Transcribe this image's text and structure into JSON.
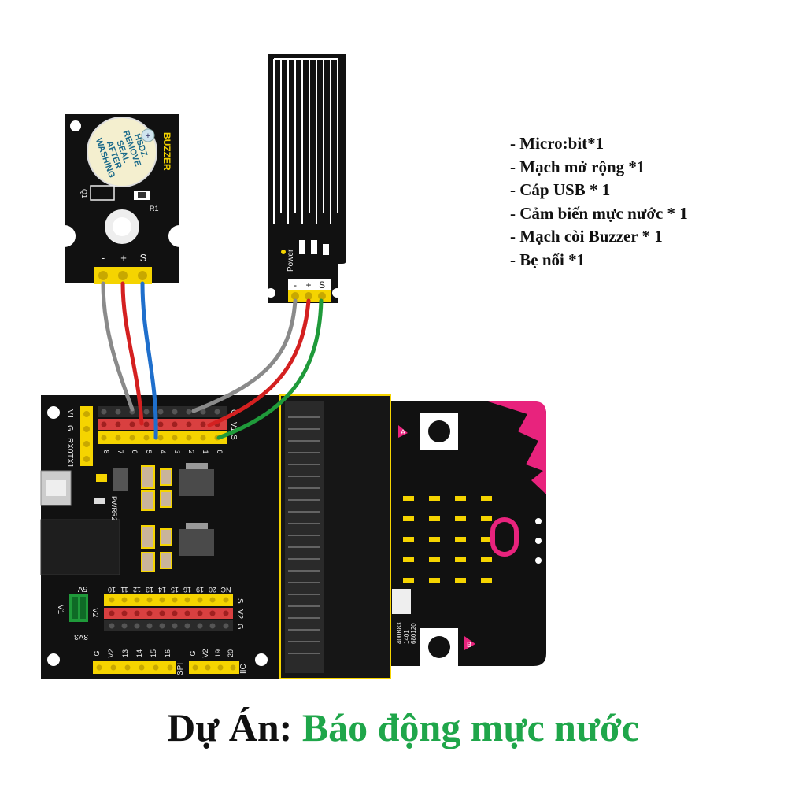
{
  "parts": [
    "- Micro:bit*1",
    "- Mạch mở rộng *1",
    "- Cáp USB * 1",
    "- Cảm biến mực nước * 1",
    "- Mạch còi Buzzer * 1",
    "- Bẹ nối *1"
  ],
  "caption": {
    "prefix": "Dự Án: ",
    "project": "Báo động mực nước"
  },
  "buzzer_module": {
    "name": "BUZZER",
    "seal_text": [
      "HSDZ",
      "REMOVE",
      "SEAL",
      "AFTER",
      "WASHING"
    ],
    "q_label": "Q1",
    "r_label": "R1",
    "pins": [
      "-",
      "+",
      "S"
    ]
  },
  "water_sensor": {
    "power_label": "Power",
    "pins": [
      "-",
      "+",
      "S"
    ]
  },
  "shield": {
    "left_labels": [
      "V1",
      "G",
      "RX0",
      "TX1"
    ],
    "top_pins": [
      "8",
      "7",
      "6",
      "5",
      "4",
      "3",
      "2",
      "1",
      "0"
    ],
    "row_labels": [
      "G",
      "V1",
      "S"
    ],
    "pwr_label": "PWR",
    "r2_label": "R2",
    "bottom_pins": [
      "NC",
      "20",
      "19",
      "16",
      "15",
      "14",
      "13",
      "12",
      "11",
      "10"
    ],
    "bottom_row_labels": [
      "S",
      "V2",
      "G"
    ],
    "jumper_labels": [
      "5V",
      "V1",
      "V2",
      "3V3"
    ],
    "spi_pins": [
      "G",
      "V2",
      "13",
      "14",
      "15",
      "16"
    ],
    "spi_label": "SPI",
    "iic_pins": [
      "G",
      "V2",
      "19",
      "20"
    ],
    "iic_label": "IIC"
  },
  "microbit": {
    "button_a": "A",
    "button_b": "B",
    "serial_text": [
      "400B83",
      "1401",
      "680120"
    ]
  },
  "colors": {
    "board": "#111111",
    "header_yellow": "#f5d400",
    "header_red": "#d94040",
    "wire_gray": "#8a8a8a",
    "wire_red": "#d42020",
    "wire_blue": "#1f6fcc",
    "wire_green": "#1f9a3a",
    "microbit_pink": "#e8237d",
    "accent_green": "#1fa64a"
  }
}
